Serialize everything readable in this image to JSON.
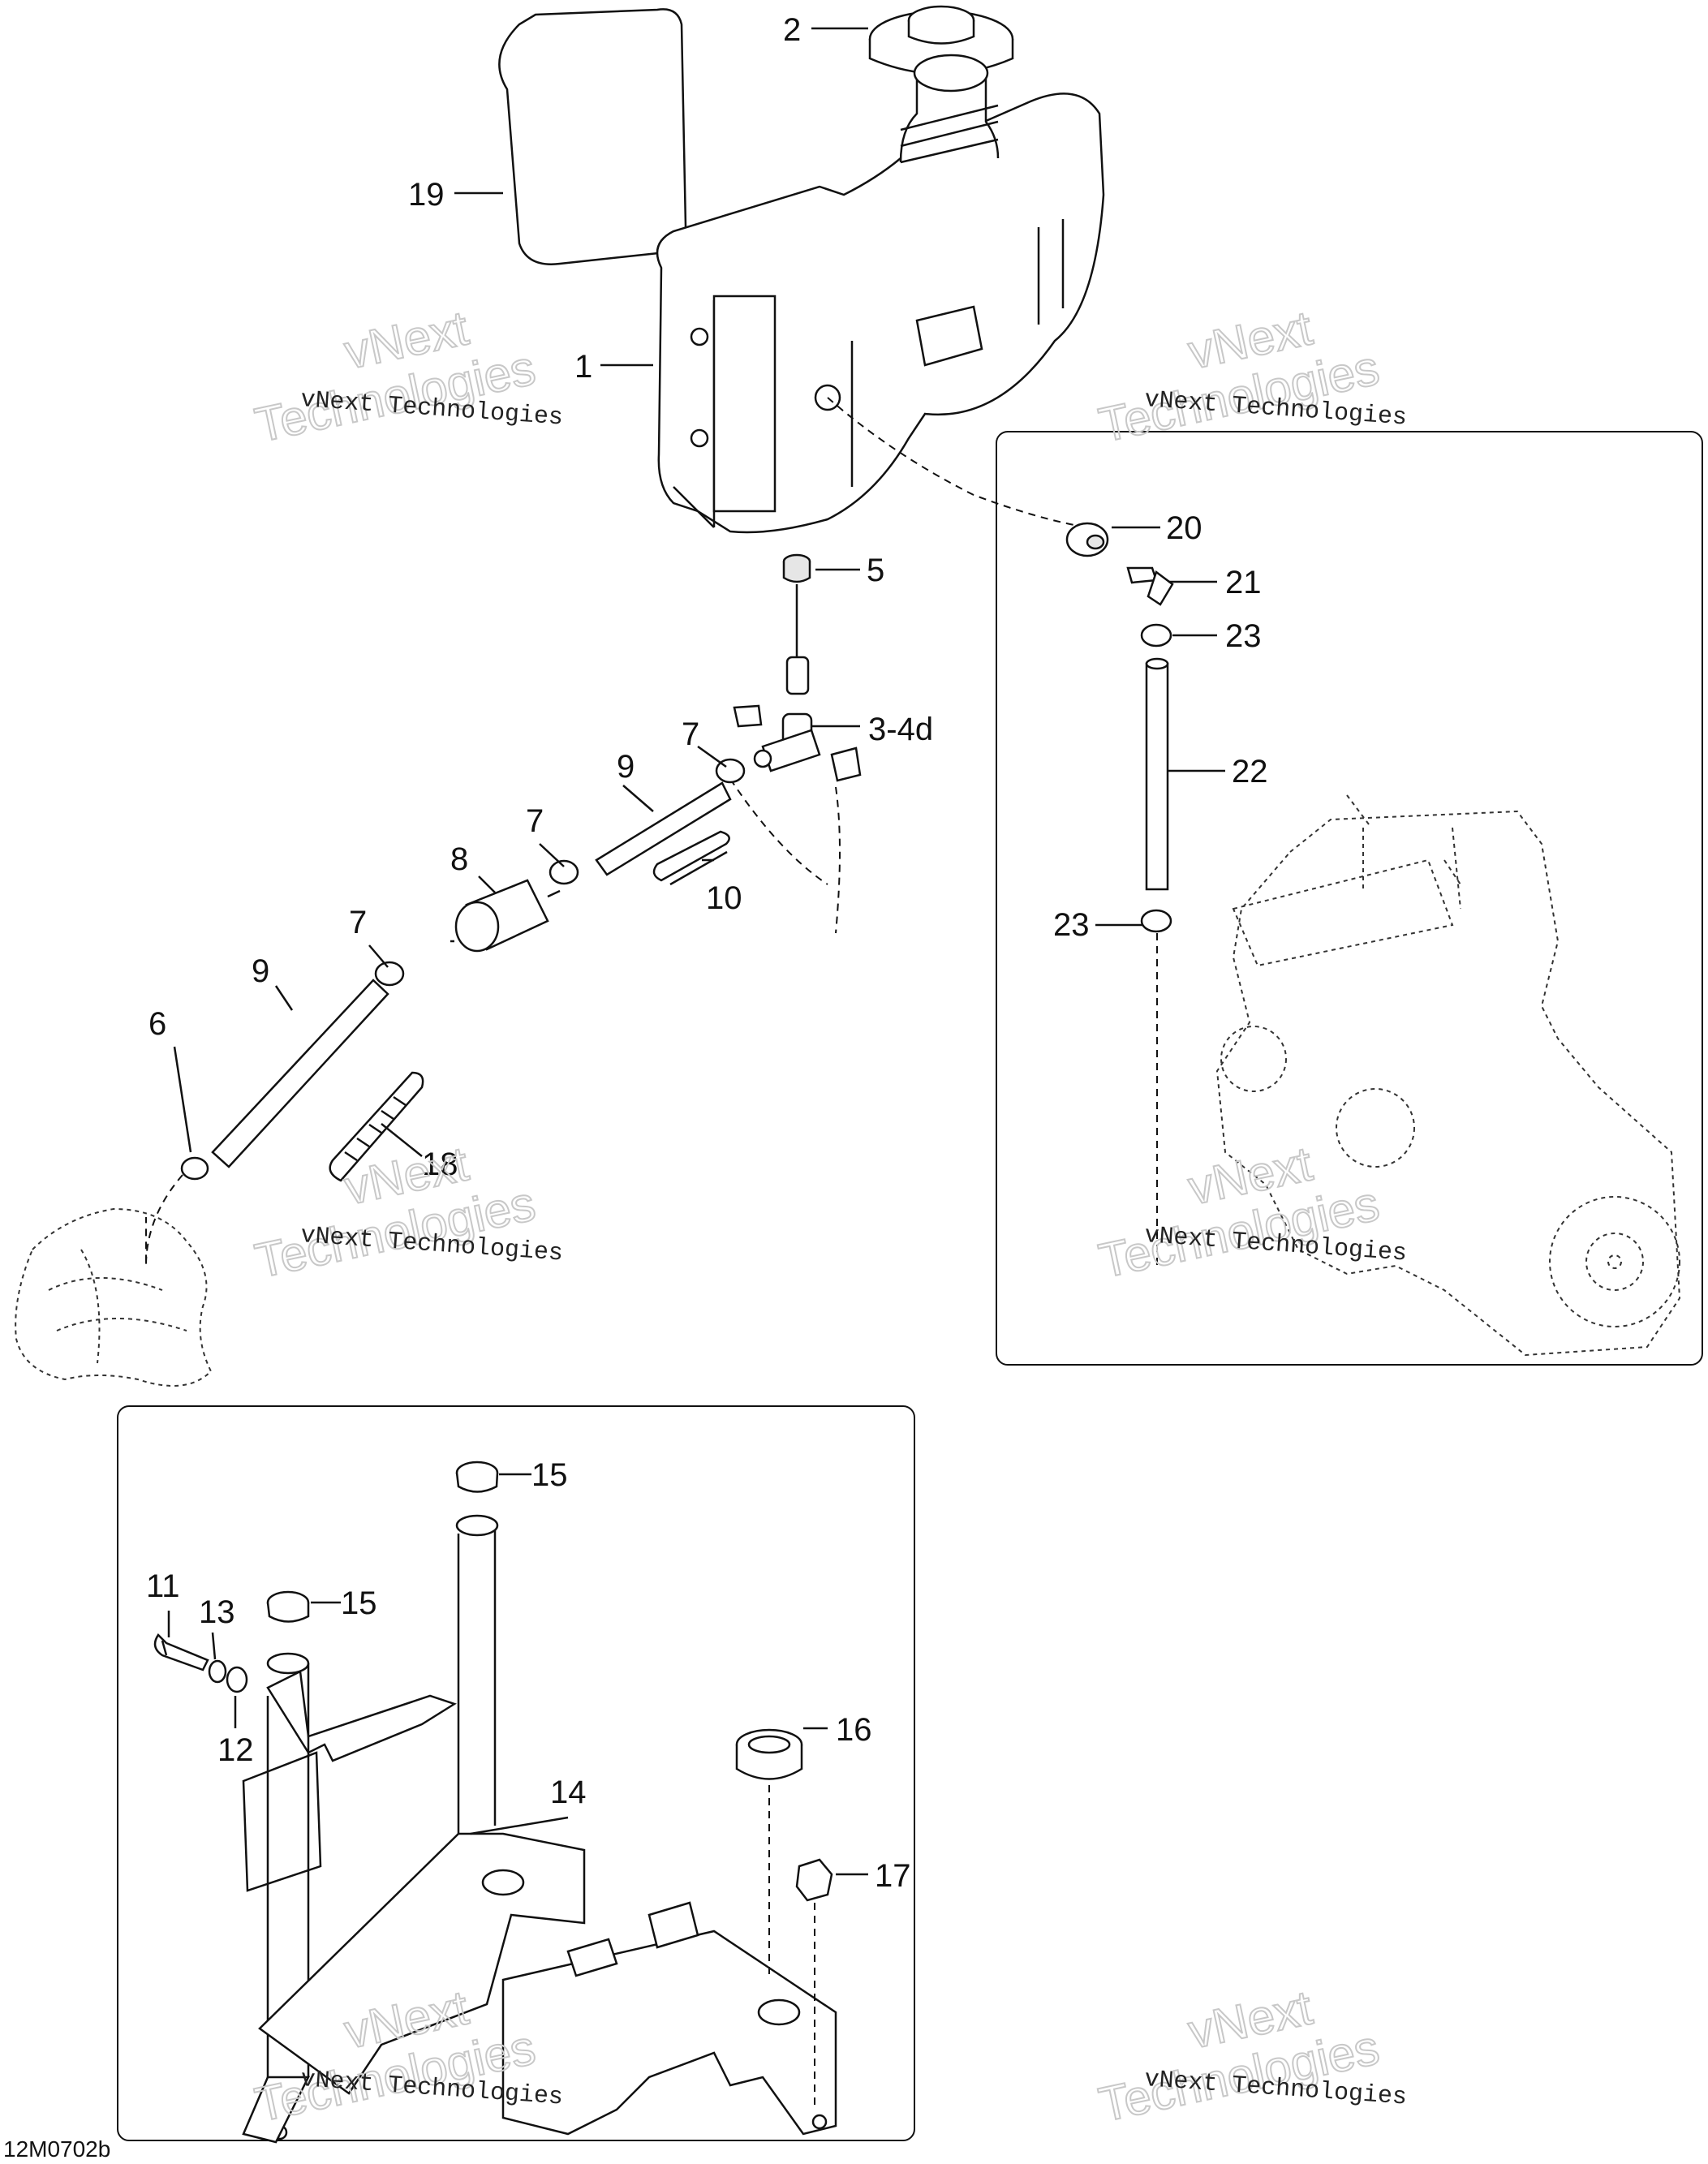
{
  "drawing_code": "12M0702b",
  "watermark": {
    "line1": "vNext",
    "line2": "vNext Technologies",
    "line3": "Technologies"
  },
  "callouts": {
    "p1": "1",
    "p2": "2",
    "p3": "3-4d",
    "p5": "5",
    "p6": "6",
    "p7a": "7",
    "p7b": "7",
    "p7c": "7",
    "p8": "8",
    "p9a": "9",
    "p9b": "9",
    "p10": "10",
    "p11": "11",
    "p12": "12",
    "p13": "13",
    "p14": "14",
    "p15a": "15",
    "p15b": "15",
    "p16": "16",
    "p17": "17",
    "p18": "18",
    "p19": "19",
    "p20": "20",
    "p21": "21",
    "p22": "22",
    "p23a": "23",
    "p23b": "23"
  }
}
